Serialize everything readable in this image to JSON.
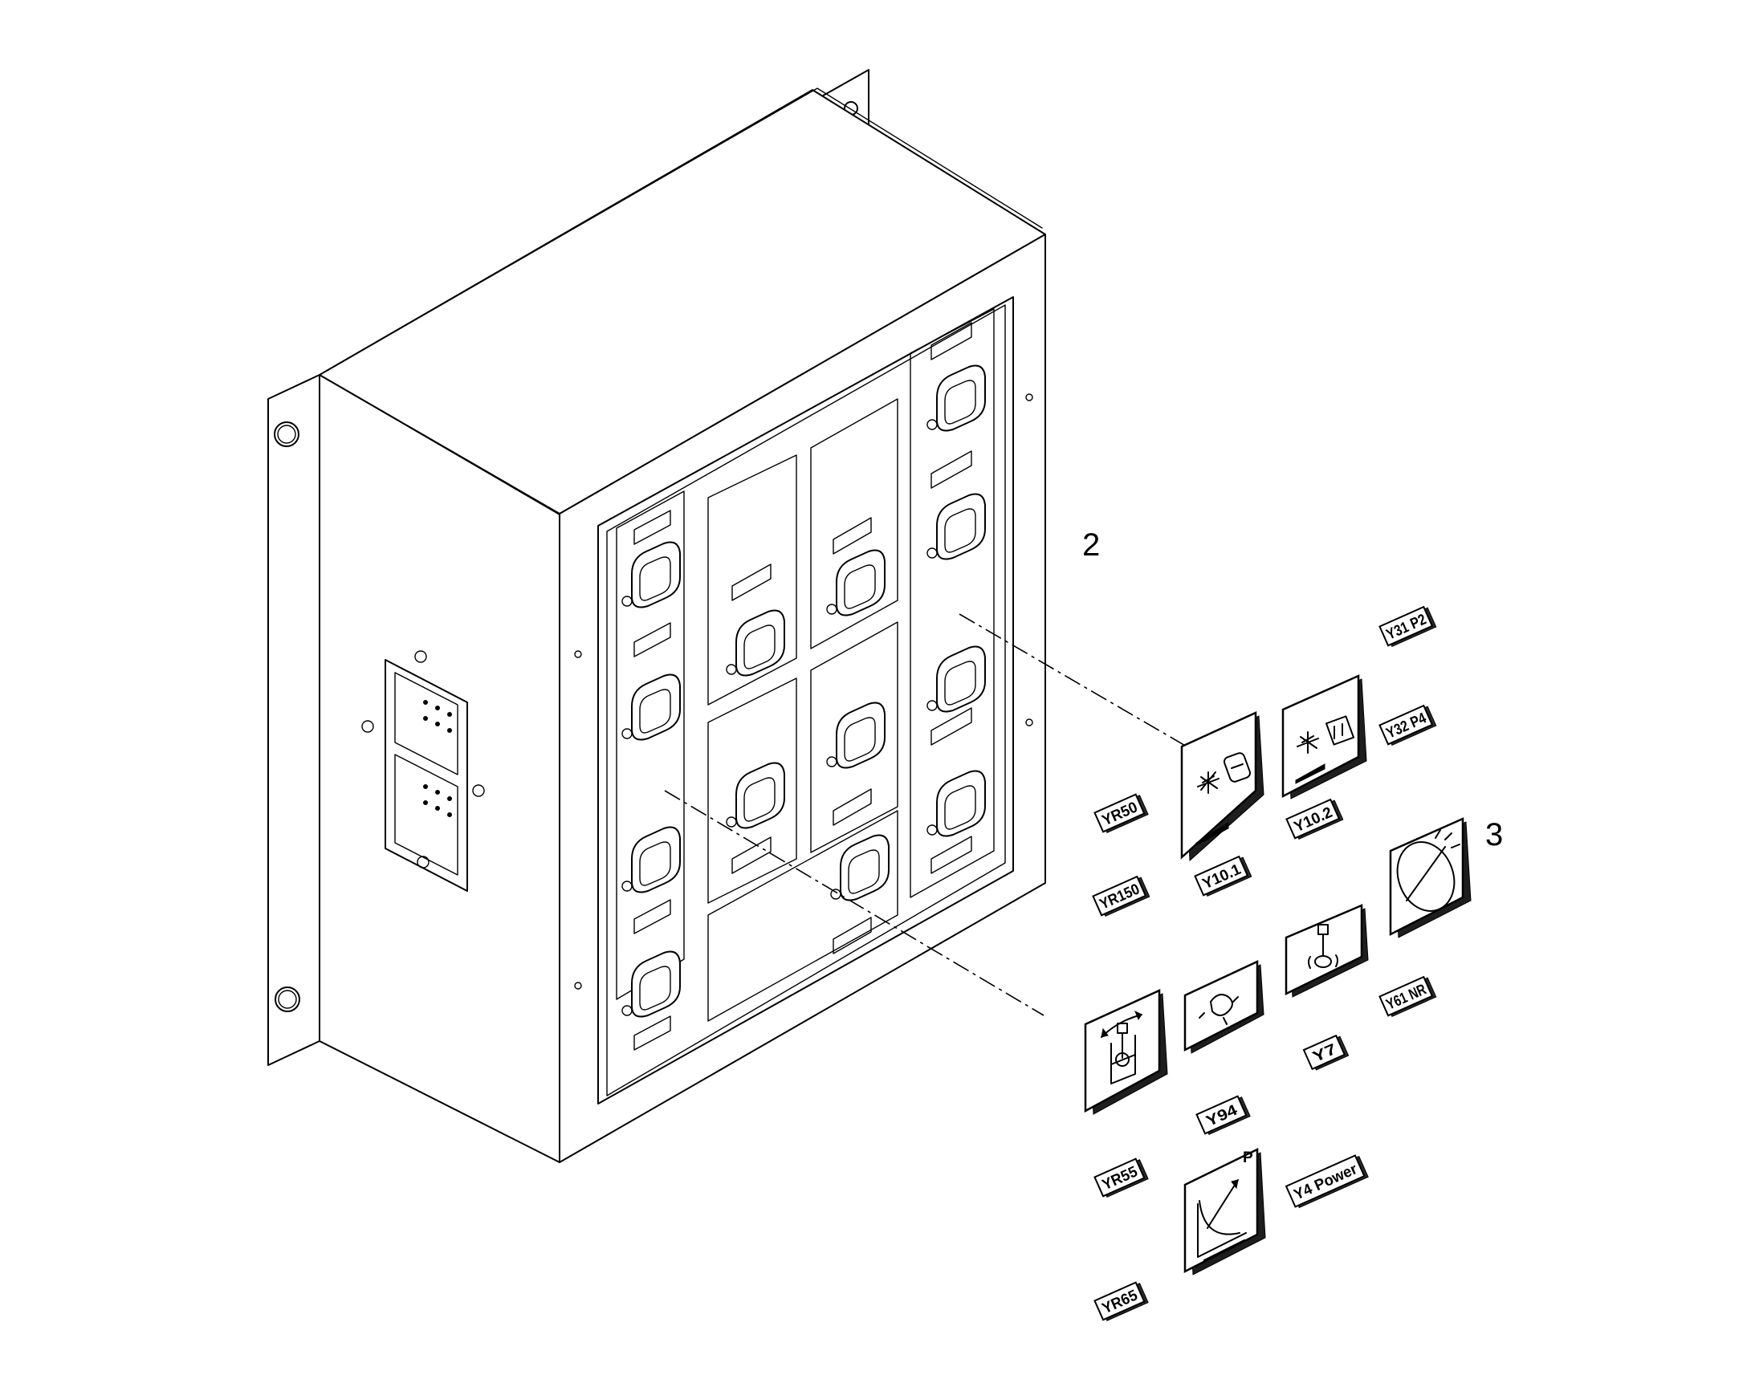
{
  "callouts": [
    "2",
    "3"
  ],
  "labels": {
    "tag_y31p2": "Y31 P2",
    "tag_y32p4": "Y32 P4",
    "tag_yr50": "YR50",
    "tag_y10_2": "Y10.2",
    "tag_yr150": "YR150",
    "tag_y10_1": "Y10.1",
    "tag_y61nr": "Y61 NR",
    "tag_y7": "Y7",
    "tag_y94": "Y94",
    "tag_yr55": "YR55",
    "tag_y4power": "Y4 Power",
    "tag_yr65": "YR65",
    "pressure_symbol_letter": "P"
  },
  "icons": [
    "lamp-switch-icon",
    "lamp-switch-box-icon",
    "gauge-dial-icon",
    "piston-cylinder-icon",
    "hitch-control-icon",
    "rotary-coupling-icon",
    "pressure-curve-icon"
  ],
  "colors": {
    "line": "#000000",
    "background": "#ffffff"
  }
}
